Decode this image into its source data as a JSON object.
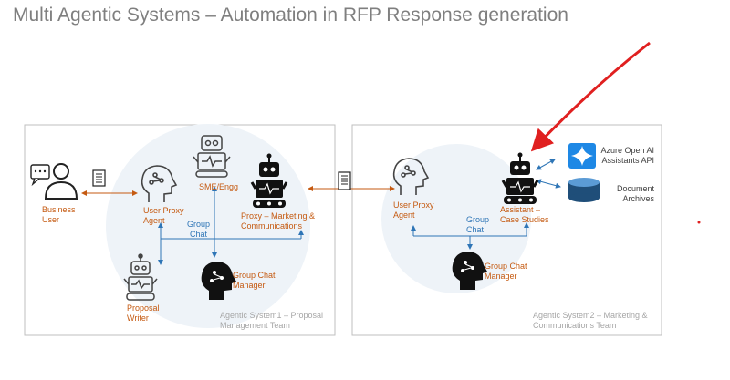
{
  "title": "Multi Agentic Systems – Automation in RFP Response generation",
  "system1": {
    "team_label": [
      "Agentic System1 – Proposal",
      "Management Team"
    ],
    "business_user": [
      "Business",
      "User"
    ],
    "user_proxy": [
      "User Proxy",
      "Agent"
    ],
    "sme": "SME/Engg",
    "proxy_marketing": [
      "Proxy – Marketing &",
      "Communications"
    ],
    "group_chat": [
      "Group",
      "Chat"
    ],
    "group_chat_manager": [
      "Group Chat",
      "Manager"
    ],
    "proposal_writer": [
      "Proposal",
      "Writer"
    ]
  },
  "system2": {
    "team_label": [
      "Agentic System2 – Marketing &",
      "Communications Team"
    ],
    "user_proxy": [
      "User Proxy",
      "Agent"
    ],
    "group_chat": [
      "Group",
      "Chat"
    ],
    "assistant": [
      "Assistant –",
      "Case Studies"
    ],
    "group_chat_manager": [
      "Group Chat",
      "Manager"
    ],
    "azure": [
      "Azure Open AI",
      "Assistants API"
    ],
    "docs": [
      "Document",
      "Archives"
    ]
  },
  "colors": {
    "orange": "#c55a11",
    "blue": "#2e75b6",
    "red_annotation": "#e02020",
    "circle_fill": "#eef3f8",
    "box_border": "#bfbfbf"
  }
}
